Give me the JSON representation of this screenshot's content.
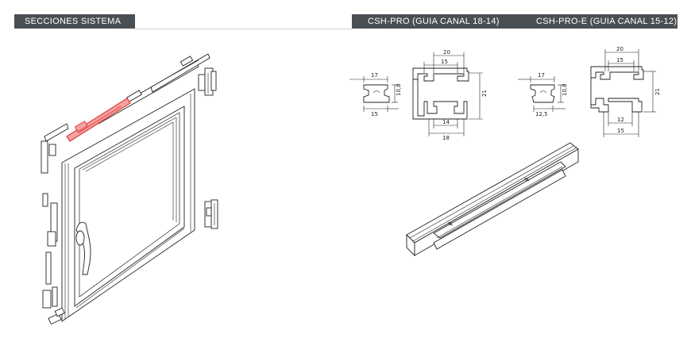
{
  "header": {
    "left_title": "SECCIONES SISTEMA",
    "right_title_1": "CSH-PRO (GUIA CANAL 18-14)",
    "right_title_2": "CSH-PRO-E (GUIA CANAL 15-12)"
  },
  "profile_pro": {
    "guide_top": "17",
    "guide_height": "10,8",
    "guide_bottom": "15",
    "channel_top_outer": "20",
    "channel_top_inner": "15",
    "channel_height": "21",
    "channel_bottom_inner": "14",
    "channel_bottom_outer": "18"
  },
  "profile_pro_e": {
    "guide_top": "17",
    "guide_height": "10,8",
    "guide_bottom": "12,5",
    "channel_top_outer": "20",
    "channel_top_inner": "15",
    "channel_height": "21",
    "channel_bottom_inner": "12",
    "channel_bottom_outer": "15"
  },
  "colors": {
    "header_bg": "#4a4f54",
    "header_text": "#ffffff",
    "highlight_part": "#e23b3b",
    "line": "#222222"
  }
}
